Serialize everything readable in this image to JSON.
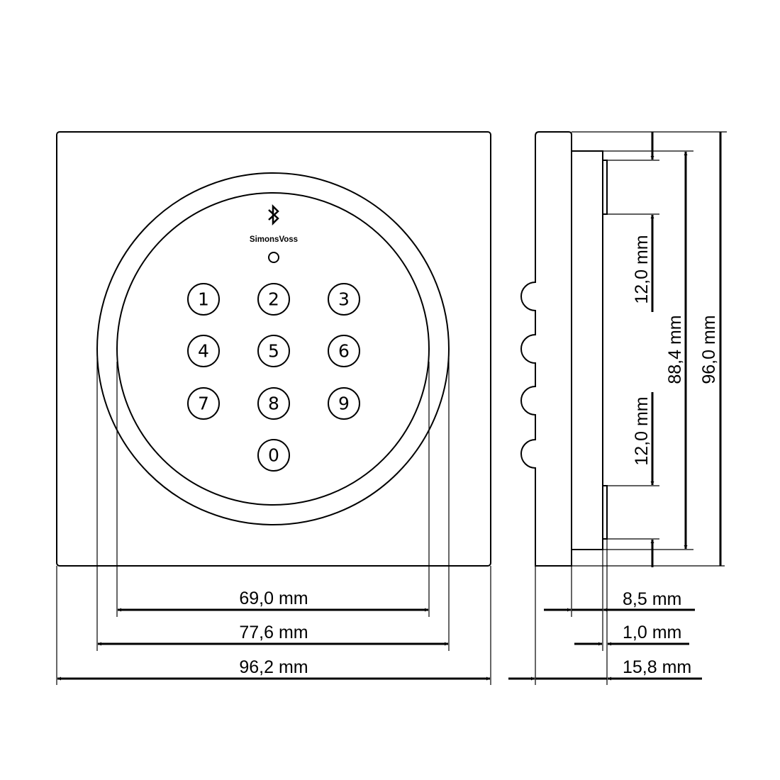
{
  "brand": "SimonsVoss",
  "icons": {
    "bluetooth": "bluetooth-icon",
    "led": "led-indicator-icon"
  },
  "keypad": [
    "1",
    "2",
    "3",
    "4",
    "5",
    "6",
    "7",
    "8",
    "9",
    "0"
  ],
  "front_dims": {
    "inner_diameter": "69,0 mm",
    "outer_diameter": "77,6 mm",
    "width": "96,2 mm"
  },
  "side_dims": {
    "tab_top": "12,0 mm",
    "tab_bottom": "12,0 mm",
    "housing_height": "88,4 mm",
    "total_height": "96,0 mm",
    "housing_depth": "8,5 mm",
    "tab_depth": "1,0 mm",
    "total_depth": "15,8 mm"
  }
}
